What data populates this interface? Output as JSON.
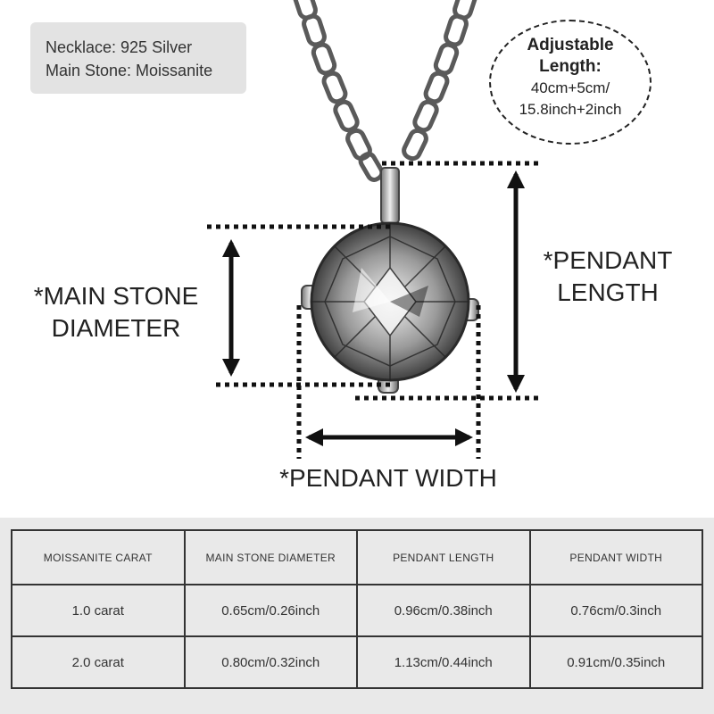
{
  "specs": {
    "line1": "Necklace: 925 Silver",
    "line2": "Main Stone: Moissanite"
  },
  "adjustable": {
    "title_line1": "Adjustable",
    "title_line2": "Length:",
    "line1": "40cm+5cm/",
    "line2": "15.8inch+2inch"
  },
  "labels": {
    "main_stone_line1": "*MAIN STONE",
    "main_stone_line2": "DIAMETER",
    "pendant_length_line1": "*PENDANT",
    "pendant_length_line2": "LENGTH",
    "pendant_width": "*PENDANT WIDTH"
  },
  "table": {
    "headers": [
      "MOISSANITE CARAT",
      "MAIN STONE DIAMETER",
      "PENDANT LENGTH",
      "PENDANT WIDTH"
    ],
    "rows": [
      [
        "1.0 carat",
        "0.65cm/0.26inch",
        "0.96cm/0.38inch",
        "0.76cm/0.3inch"
      ],
      [
        "2.0 carat",
        "0.80cm/0.32inch",
        "1.13cm/0.44inch",
        "0.91cm/0.35inch"
      ]
    ]
  },
  "colors": {
    "background": "#ffffff",
    "spec_box": "#e3e3e3",
    "table_bg": "#e9e9e9",
    "ink": "#1a1a1a"
  }
}
